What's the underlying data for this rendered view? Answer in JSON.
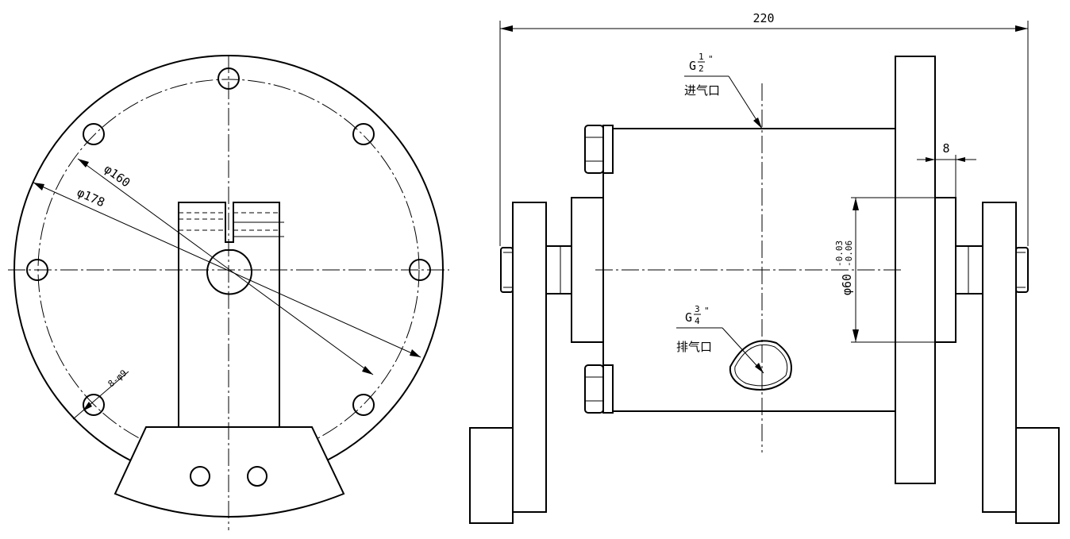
{
  "dimensions": {
    "overall_length": "220",
    "bolt_circle": "160",
    "outer_diameter": "178",
    "holes": "8-φ9",
    "flange_thickness": "8",
    "shaft_diameter": "60",
    "shaft_upper_dev": "-0.03",
    "shaft_lower_dev": "-0.06",
    "phi_symbol": "φ"
  },
  "annotations": {
    "inlet": {
      "thread": "G",
      "num": "1",
      "den": "2",
      "mark": "\"",
      "label": "进气口"
    },
    "outlet": {
      "thread": "G",
      "num": "3",
      "den": "4",
      "mark": "\"",
      "label": "排气口"
    }
  }
}
